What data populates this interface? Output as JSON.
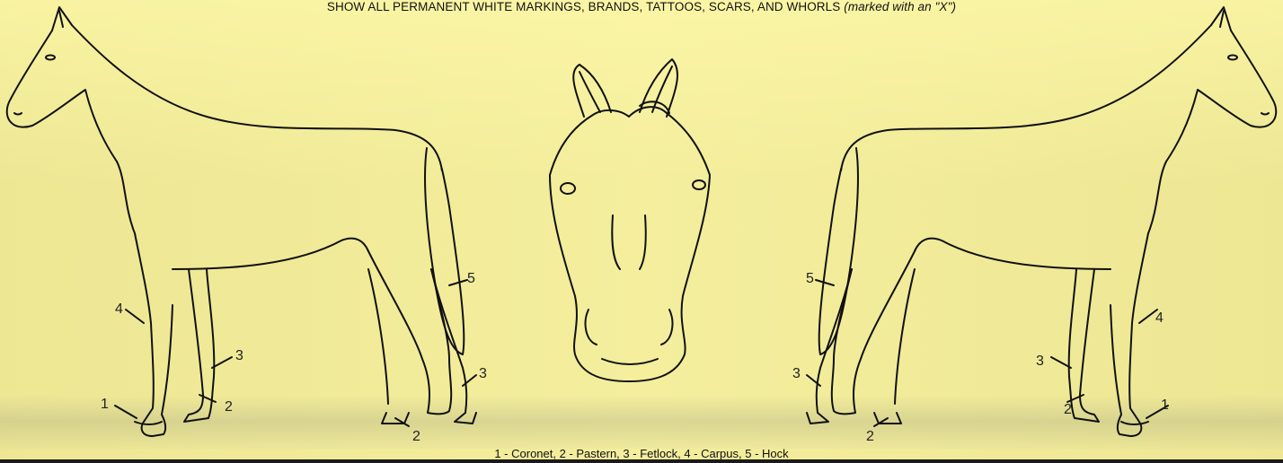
{
  "title": {
    "main": "SHOW ALL PERMANENT WHITE MARKINGS, BRANDS, TATTOOS, SCARS, AND WHORLS",
    "note": "(marked with an \"X\")"
  },
  "legend": "1 - Coronet, 2 - Pastern, 3 - Fetlock, 4 - Carpus, 5 - Hock",
  "left_horse_labels": [
    "1",
    "2",
    "3",
    "4",
    "5",
    "2",
    "3"
  ],
  "right_horse_labels": [
    "5",
    "4",
    "3",
    "2",
    "1",
    "3",
    "2"
  ],
  "colors": {
    "paper": "#f2ec9a",
    "ink": "#111111"
  }
}
